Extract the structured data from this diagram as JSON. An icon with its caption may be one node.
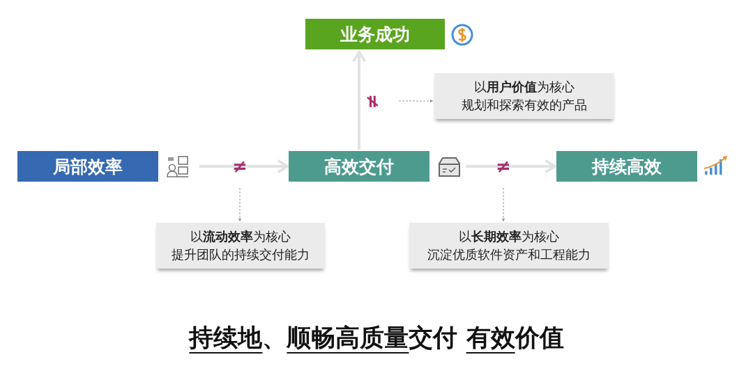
{
  "diagram": {
    "caption": "持续地、顺畅高质量交付 有效价值",
    "nodes": [
      {
        "text": [
          "局部效率"
        ]
      },
      {
        "text": [
          "高效交付"
        ]
      },
      {
        "text": [
          "持续高效"
        ]
      },
      {
        "text": [
          "业务成功"
        ]
      },
      {
        "text": [
          "以**流动效率**为核心",
          "提升团队的持续交付能力"
        ]
      },
      {
        "text": [
          "以**用户价值**为核心",
          "规划和探索有效的产品"
        ]
      },
      {
        "text": [
          "以**长期效率**为核心",
          "沉淀优质软件资产和工程能力"
        ]
      }
    ],
    "edges": [
      {
        "from": 0,
        "to": 1,
        "arrow": "to",
        "label": "≠",
        "style": "thick",
        "color": "#e2e2e2"
      },
      {
        "from": 1,
        "to": 2,
        "arrow": "to",
        "label": "≠",
        "style": "thick",
        "color": "#e2e2e2"
      },
      {
        "from": 1,
        "to": 3,
        "arrow": "to",
        "label": "≠",
        "style": "thick",
        "color": "#e2e2e2"
      },
      {
        "from": null,
        "to": 4,
        "arrow": "to",
        "style": "dashed",
        "color": "#999999"
      },
      {
        "from": null,
        "to": 5,
        "arrow": "to",
        "style": "dashed",
        "color": "#999999"
      },
      {
        "from": null,
        "to": 6,
        "arrow": "to",
        "style": "dashed",
        "color": "#999999"
      }
    ]
  }
}
